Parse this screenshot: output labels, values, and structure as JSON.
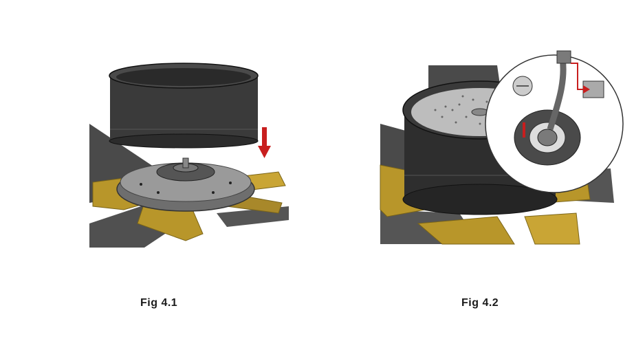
{
  "figures": [
    {
      "caption": "Fig 4.1",
      "description_icon": "fan-motor-cap-install-illustration"
    },
    {
      "caption": "Fig 4.2",
      "description_icon": "fan-motor-cable-connection-illustration"
    }
  ],
  "colors": {
    "blade_gold": "#b8962a",
    "blade_dark": "#4a4a4a",
    "housing_dark": "#3a3a3a",
    "arrow_red": "#c81e1e"
  }
}
